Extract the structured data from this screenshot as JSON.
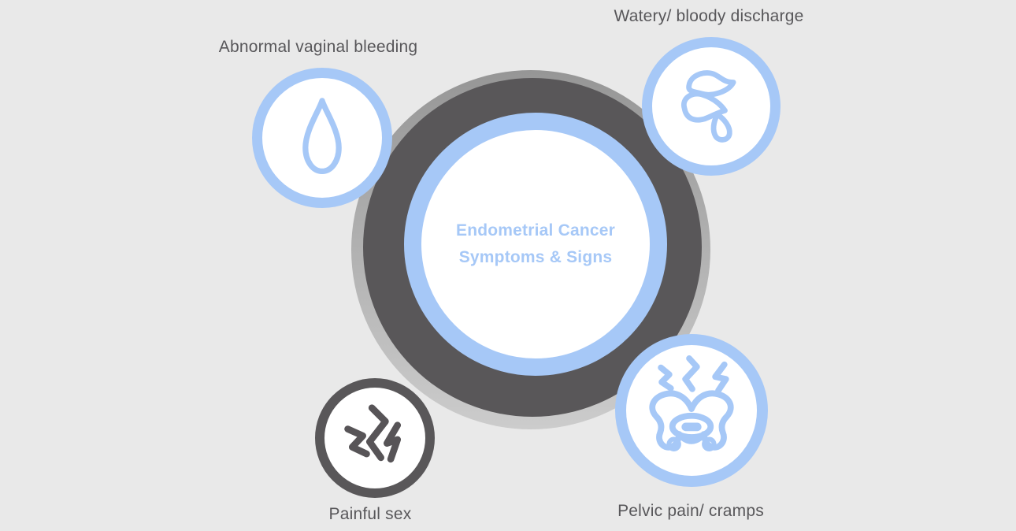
{
  "title": {
    "line1": "Endometrial Cancer",
    "line2": "Symptoms & Signs"
  },
  "symptoms": [
    {
      "label": "Abnormal vaginal bleeding",
      "icon": "blood-drop-icon",
      "ring_color": "blue",
      "label_position": "above"
    },
    {
      "label": "Watery/ bloody discharge",
      "icon": "discharge-drops-icon",
      "ring_color": "blue",
      "label_position": "above"
    },
    {
      "label": "Painful sex",
      "icon": "pain-cracks-icon",
      "ring_color": "dark-gray",
      "label_position": "below"
    },
    {
      "label": "Pelvic pain/ cramps",
      "icon": "pelvis-cramps-icon",
      "ring_color": "blue",
      "label_position": "below"
    }
  ],
  "colors": {
    "background": "#e9e9e9",
    "accent_blue": "#a6c8f7",
    "dark_gray": "#595759",
    "shadow_gray_top": "#969696",
    "shadow_gray_bottom": "#cccccc",
    "label_text": "#58575a",
    "circle_fill": "#ffffff"
  }
}
